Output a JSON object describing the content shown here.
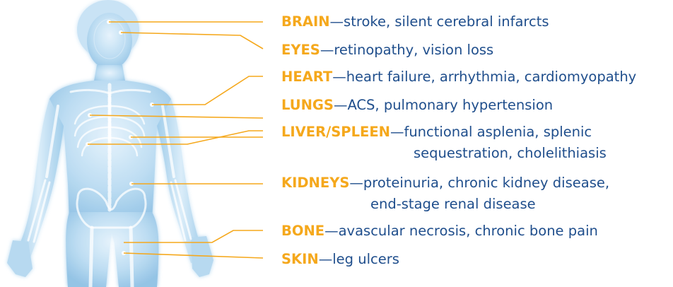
{
  "colors": {
    "organ": "#f5a81c",
    "text": "#1f4e8c",
    "leader": "#f5a81c",
    "body": "#a7cdea"
  },
  "entries": [
    {
      "organ": "BRAIN",
      "desc": "—stroke, silent cerebral infarcts"
    },
    {
      "organ": "EYES",
      "desc": "—retinopathy, vision loss"
    },
    {
      "organ": "HEART",
      "desc": "—heart failure, arrhythmia, cardiomyopathy"
    },
    {
      "organ": "LUNGS",
      "desc": "—ACS, pulmonary hypertension"
    },
    {
      "organ": "LIVER/SPLEEN",
      "desc": "—functional asplenia, splenic",
      "cont": "sequestration, cholelithiasis"
    },
    {
      "organ": "KIDNEYS",
      "desc": "—proteinuria, chronic kidney disease,",
      "cont": "end-stage renal disease"
    },
    {
      "organ": "BONE",
      "desc": "—avascular necrosis, chronic bone pain"
    },
    {
      "organ": "SKIN",
      "desc": "—leg ulcers"
    }
  ]
}
